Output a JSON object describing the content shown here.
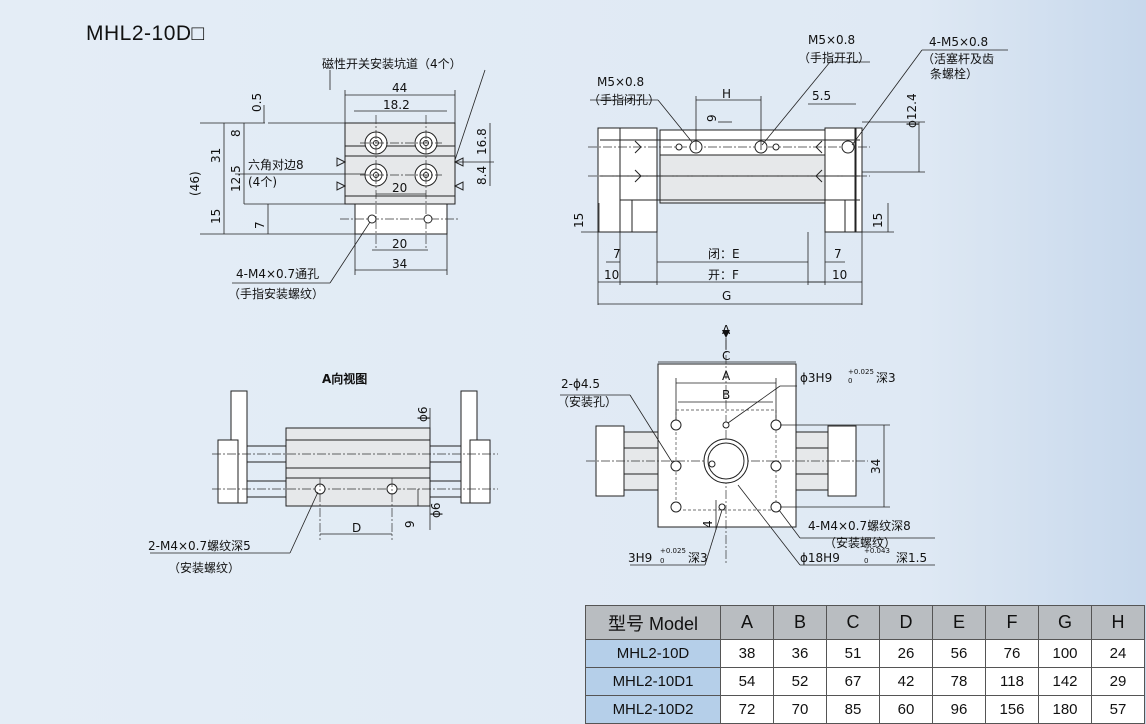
{
  "title": "MHL2-10D□",
  "top_left": {
    "note_switch": "磁性开关安装坑道（4个）",
    "d44": "44",
    "d18_2": "18.2",
    "d0_5": "0.5",
    "d8": "8",
    "d31": "31",
    "d12_5": "12.5",
    "d46": "(46)",
    "d15": "15",
    "d7": "7",
    "d16_8": "16.8",
    "d8_4": "8.4",
    "d20a": "20",
    "d20b": "20",
    "d34": "34",
    "hex1": "六角对边8",
    "hex2": "(4个)",
    "hole1": "4-M4×0.7通孔",
    "hole2": "（手指安装螺纹）"
  },
  "top_right": {
    "m5a1": "M5×0.8",
    "m5a2": "（手指开孔）",
    "m5b1": "M5×0.8",
    "m5b2": "（手指闭孔）",
    "m5c1": "4-M5×0.8",
    "m5c2": "（活塞杆及齿",
    "m5c3": "条螺栓）",
    "H": "H",
    "d9": "9",
    "d5_5": "5.5",
    "phi12_4": "ϕ12.4",
    "d15l": "15",
    "d15r": "15",
    "d7l": "7",
    "d7r": "7",
    "d10l": "10",
    "d10r": "10",
    "E": "闭：E",
    "F": "开：F",
    "G": "G"
  },
  "bottom_left": {
    "view": "A向视图",
    "phi6a": "ϕ6",
    "phi6b": "ϕ6",
    "D": "D",
    "d9": "9",
    "m4a": "2-M4×0.7螺纹深5",
    "m4b": "（安装螺纹）"
  },
  "bottom_right": {
    "arrow_a": "A",
    "C": "C",
    "A": "A",
    "B": "B",
    "d34": "34",
    "d4": "4",
    "holes1": "2-ϕ4.5",
    "holes2": "（安装孔）",
    "pin_top": "ϕ3H9",
    "pin_top_tol_up": "+0.025",
    "pin_top_tol_lo": "0",
    "pin_top_depth": "深3",
    "pin_bot": "3H9",
    "pin_bot_tol_up": "+0.025",
    "pin_bot_tol_lo": "0",
    "pin_bot_depth": "深3",
    "m4_1": "4-M4×0.7螺纹深8",
    "m4_2": "（安装螺纹）",
    "bore": "ϕ18H9",
    "bore_tol_up": "+0.043",
    "bore_tol_lo": "0",
    "bore_depth": "深1.5"
  },
  "table": {
    "header": [
      "型号 Model",
      "A",
      "B",
      "C",
      "D",
      "E",
      "F",
      "G",
      "H"
    ],
    "rows": [
      {
        "model": "MHL2-10D",
        "values": [
          "38",
          "36",
          "51",
          "26",
          "56",
          "76",
          "100",
          "24"
        ]
      },
      {
        "model": "MHL2-10D1",
        "values": [
          "54",
          "52",
          "67",
          "42",
          "78",
          "118",
          "142",
          "29"
        ]
      },
      {
        "model": "MHL2-10D2",
        "values": [
          "72",
          "70",
          "85",
          "60",
          "96",
          "156",
          "180",
          "57"
        ]
      }
    ]
  }
}
